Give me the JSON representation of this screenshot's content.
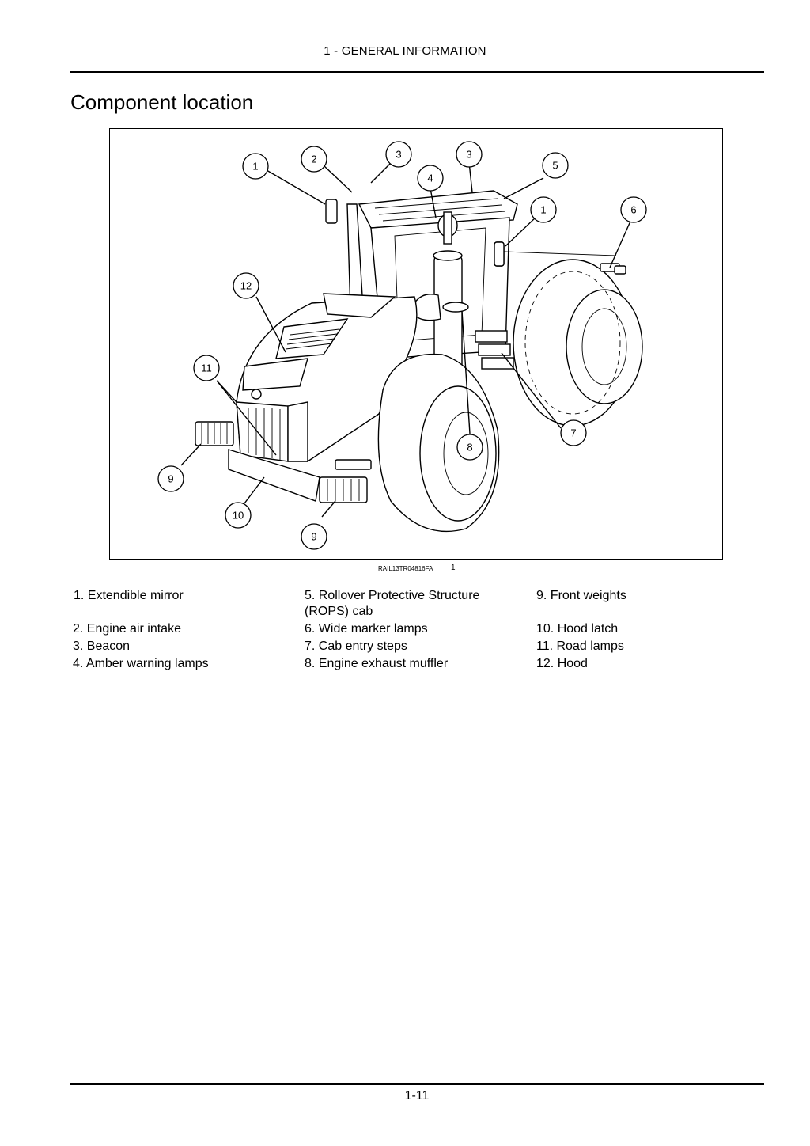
{
  "header": {
    "chapter": "1 - GENERAL INFORMATION"
  },
  "section": {
    "title": "Component location"
  },
  "figure": {
    "reference": "RAIL13TR04816FA",
    "number": "1",
    "callouts": [
      "1",
      "2",
      "3",
      "4",
      "3",
      "5",
      "1",
      "6",
      "12",
      "11",
      "7",
      "8",
      "9",
      "10",
      "9"
    ]
  },
  "legend": {
    "items": [
      "1. Extendible mirror",
      "2. Engine air intake",
      "3. Beacon",
      "4. Amber warning lamps",
      "5. Rollover Protective Structure (ROPS) cab",
      "6. Wide marker lamps",
      "7. Cab entry steps",
      "8. Engine exhaust muffler",
      "9. Front weights",
      "10. Hood latch",
      "11. Road lamps",
      "12. Hood"
    ]
  },
  "footer": {
    "page": "1-11"
  }
}
